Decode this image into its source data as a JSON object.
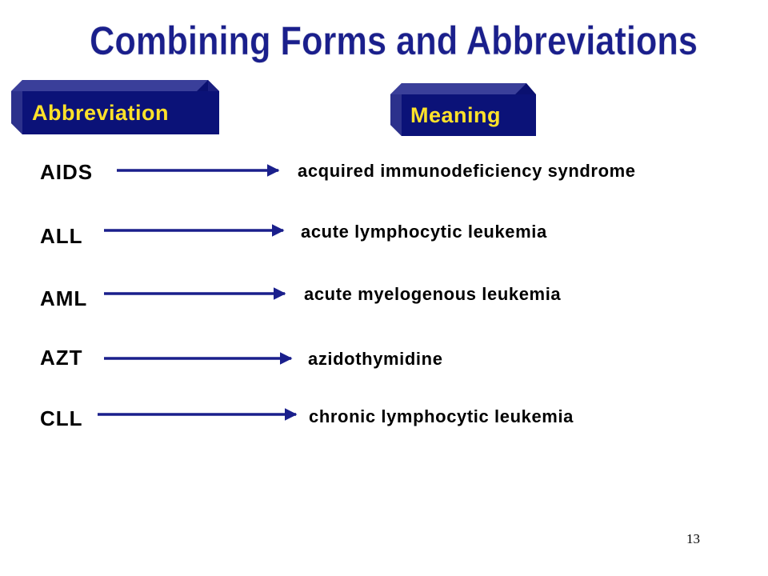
{
  "slide": {
    "title": "Combining Forms and Abbreviations",
    "headers": {
      "abbreviation": "Abbreviation",
      "meaning": "Meaning"
    },
    "rows": [
      {
        "abbreviation": "AIDS",
        "meaning": "acquired immunodeficiency syndrome"
      },
      {
        "abbreviation": "ALL",
        "meaning": "acute lymphocytic leukemia"
      },
      {
        "abbreviation": "AML",
        "meaning": "acute myelogenous leukemia"
      },
      {
        "abbreviation": "AZT",
        "meaning": "azidothymidine"
      },
      {
        "abbreviation": "CLL",
        "meaning": "chronic lymphocytic leukemia"
      }
    ],
    "page_number": "13",
    "colors": {
      "title": "#1a1f8c",
      "header_box": "#0a1070",
      "header_text": "#ffe22a",
      "arrow": "#1a1f8c"
    }
  }
}
